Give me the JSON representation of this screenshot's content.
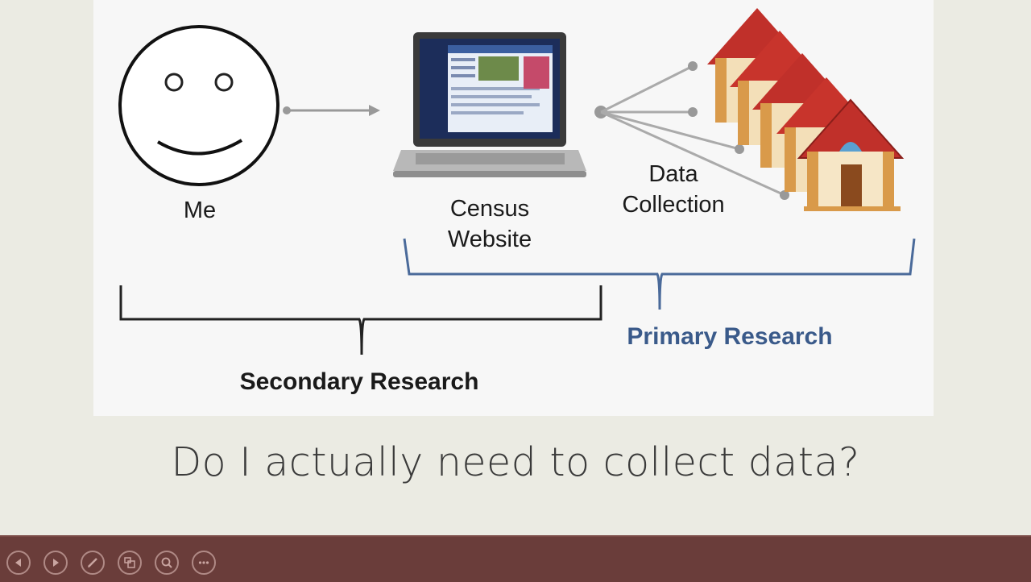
{
  "slide": {
    "labels": {
      "me": "Me",
      "census_website": "Census\nWebsite",
      "data_collection": "Data\nCollection",
      "secondary_research": "Secondary Research",
      "primary_research": "Primary Research"
    },
    "caption": "Do I actually need to collect data?"
  },
  "controls": {
    "icons": [
      "previous-slide-icon",
      "next-slide-icon",
      "pen-icon",
      "all-slides-icon",
      "zoom-icon",
      "more-options-icon"
    ]
  },
  "colors": {
    "slide_background": "#ebebe3",
    "control_bar": "#6a3d3a",
    "primary_label": "#3a5a8a",
    "roof_red": "#c0302a"
  }
}
